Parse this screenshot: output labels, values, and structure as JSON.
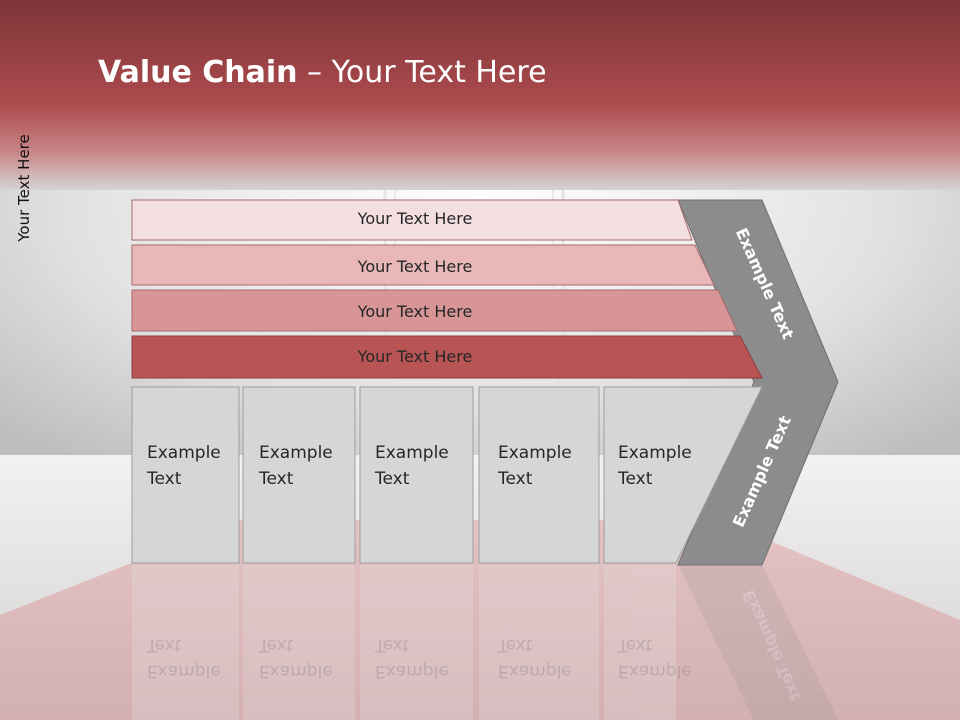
{
  "title": {
    "bold": "Value Chain",
    "rest": " – Your Text Here"
  },
  "side_label": "Your Text Here",
  "bars": [
    {
      "label": "Your Text Here",
      "color": "#f3dfe1"
    },
    {
      "label": "Your Text Here",
      "color": "#e8b8b9"
    },
    {
      "label": "Your Text Here",
      "color": "#d89596"
    },
    {
      "label": "Your Text Here",
      "color": "#b95455"
    }
  ],
  "boxes": [
    {
      "line1": "Example",
      "line2": "Text"
    },
    {
      "line1": "Example",
      "line2": "Text"
    },
    {
      "line1": "Example",
      "line2": "Text"
    },
    {
      "line1": "Example",
      "line2": "Text"
    },
    {
      "line1": "Example",
      "line2": "Text"
    }
  ],
  "chevron": {
    "upper_text": "Example Text",
    "lower_text": "Example Text",
    "color": "#8c8c8c"
  },
  "colors": {
    "header": "#a94a4c",
    "floor": "#d9b4b6",
    "box": "#d6d6d6"
  }
}
